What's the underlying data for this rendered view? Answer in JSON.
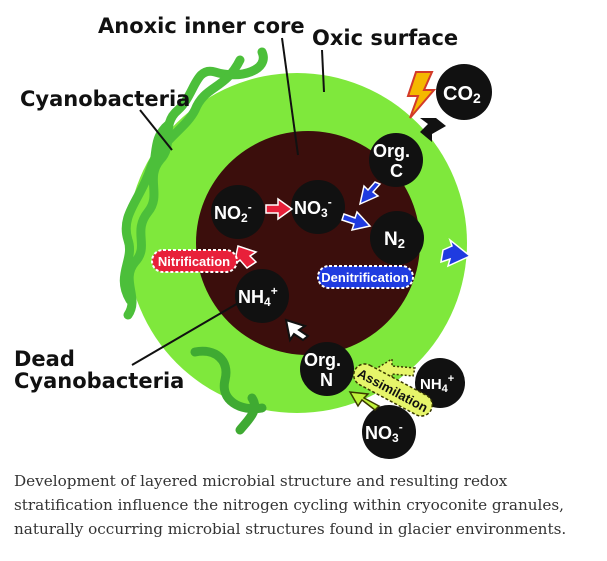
{
  "labels": {
    "anoxic_core": "Anoxic inner core",
    "oxic_surface": "Oxic surface",
    "cyanobacteria": "Cyanobacteria",
    "dead_line1": "Dead",
    "dead_line2": "Cyanobacteria"
  },
  "molecules": {
    "co2": "CO",
    "co2_sub": "2",
    "orgc_line1": "Org.",
    "orgc_line2": "C",
    "no2": "NO",
    "no2_sub": "2",
    "no2_sup": "-",
    "no3": "NO",
    "no3_sub": "3",
    "no3_sup": "-",
    "n2": "N",
    "n2_sub": "2",
    "nh4": "NH",
    "nh4_sub": "4",
    "nh4_sup": "+",
    "orgn_line1": "Org.",
    "orgn_line2": "N",
    "nh4_out": "NH",
    "nh4_out_sub": "4",
    "nh4_out_sup": "+",
    "no3_out": "NO",
    "no3_out_sub": "3",
    "no3_out_sup": "-"
  },
  "processes": {
    "nitrification": "Nitrification",
    "denitrification": "Denitrification",
    "assimilation": "Assimilation"
  },
  "colors": {
    "oxic": "#7fe83c",
    "core": "#3b0e0c",
    "cyanobacteria": "#4cbf3a",
    "nitrification": "#e8203a",
    "denitrification": "#1f3be0",
    "assimilation": "#e6f56a",
    "lightning": "#f5b800"
  },
  "caption": "Development of layered microbial structure and resulting redox stratification influence the nitrogen cycling within cryoconite granules, naturally occurring microbial structures found in glacier environments."
}
